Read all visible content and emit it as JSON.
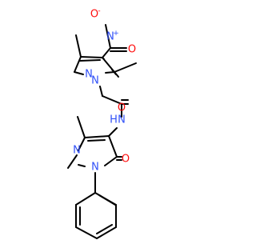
{
  "molecule": {
    "atoms": {
      "n_nitro": {
        "element": "N",
        "label": "N",
        "charge": "+",
        "color": "#3050f8"
      },
      "o_nitro_minus": {
        "element": "O",
        "label": "O",
        "charge": "-",
        "color": "#ff0d0d"
      },
      "o_nitro_double": {
        "element": "O",
        "label": "O",
        "color": "#ff0d0d"
      },
      "n_pyr_a_2": {
        "element": "N",
        "label": "N",
        "color": "#3050f8"
      },
      "n_pyr_a_1": {
        "element": "N",
        "label": "N",
        "color": "#3050f8"
      },
      "o_amide": {
        "element": "O",
        "label": "O",
        "color": "#ff0d0d"
      },
      "n_amide": {
        "element": "N",
        "label": "N",
        "color": "#3050f8"
      },
      "h_amide": {
        "element": "H",
        "label": "H",
        "color": "#3050f8"
      },
      "n_pyr_b_1": {
        "element": "N",
        "label": "N",
        "color": "#3050f8"
      },
      "n_pyr_b_2": {
        "element": "N",
        "label": "N",
        "color": "#3050f8"
      },
      "o_ketone": {
        "element": "O",
        "label": "O",
        "color": "#ff0d0d"
      }
    },
    "bond_color": "#000000"
  }
}
